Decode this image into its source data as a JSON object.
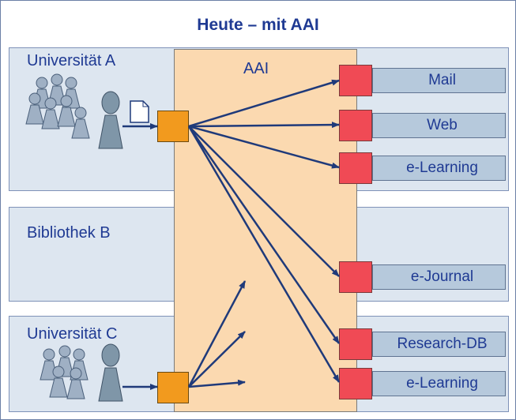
{
  "title": "Heute – mit AAI",
  "aai_label": "AAI",
  "institutions": [
    {
      "label": "Universität A"
    },
    {
      "label": "Bibliothek B"
    },
    {
      "label": "Universität C"
    }
  ],
  "services": [
    {
      "label": "Mail"
    },
    {
      "label": "Web"
    },
    {
      "label": "e-Learning"
    },
    {
      "label": "e-Journal"
    },
    {
      "label": "Research-DB"
    },
    {
      "label": "e-Learning"
    }
  ],
  "colors": {
    "band": "#dde6f0",
    "aai": "#fbd9b0",
    "idp": "#f29a1e",
    "service_port": "#f04a55",
    "service": "#b6c9dc",
    "arrow": "#1f3a7a",
    "text": "#1f3a93"
  }
}
